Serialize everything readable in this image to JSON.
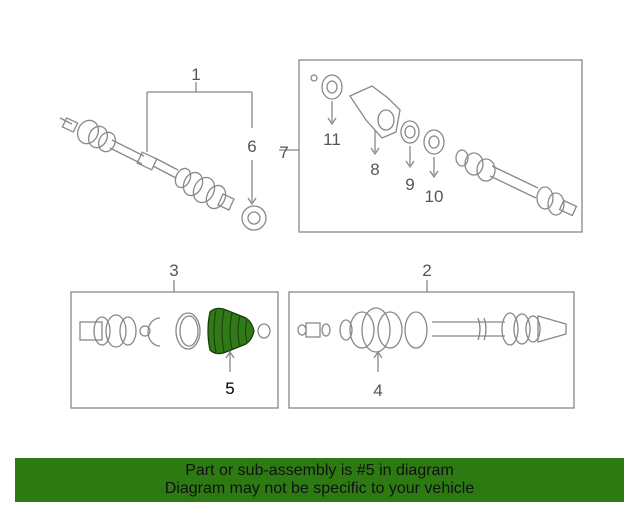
{
  "diagram": {
    "callouts": {
      "c1": "1",
      "c2": "2",
      "c3": "3",
      "c4": "4",
      "c5": "5",
      "c6": "6",
      "c7": "7",
      "c8": "8",
      "c9": "9",
      "c10": "10",
      "c11": "11"
    },
    "highlighted_part": "5",
    "highlight_color": "#2f7a16"
  },
  "banner": {
    "line1": "Part or sub-assembly is #5 in diagram",
    "line2": "Diagram may not be specific to your vehicle",
    "background": "#2d7a12"
  }
}
